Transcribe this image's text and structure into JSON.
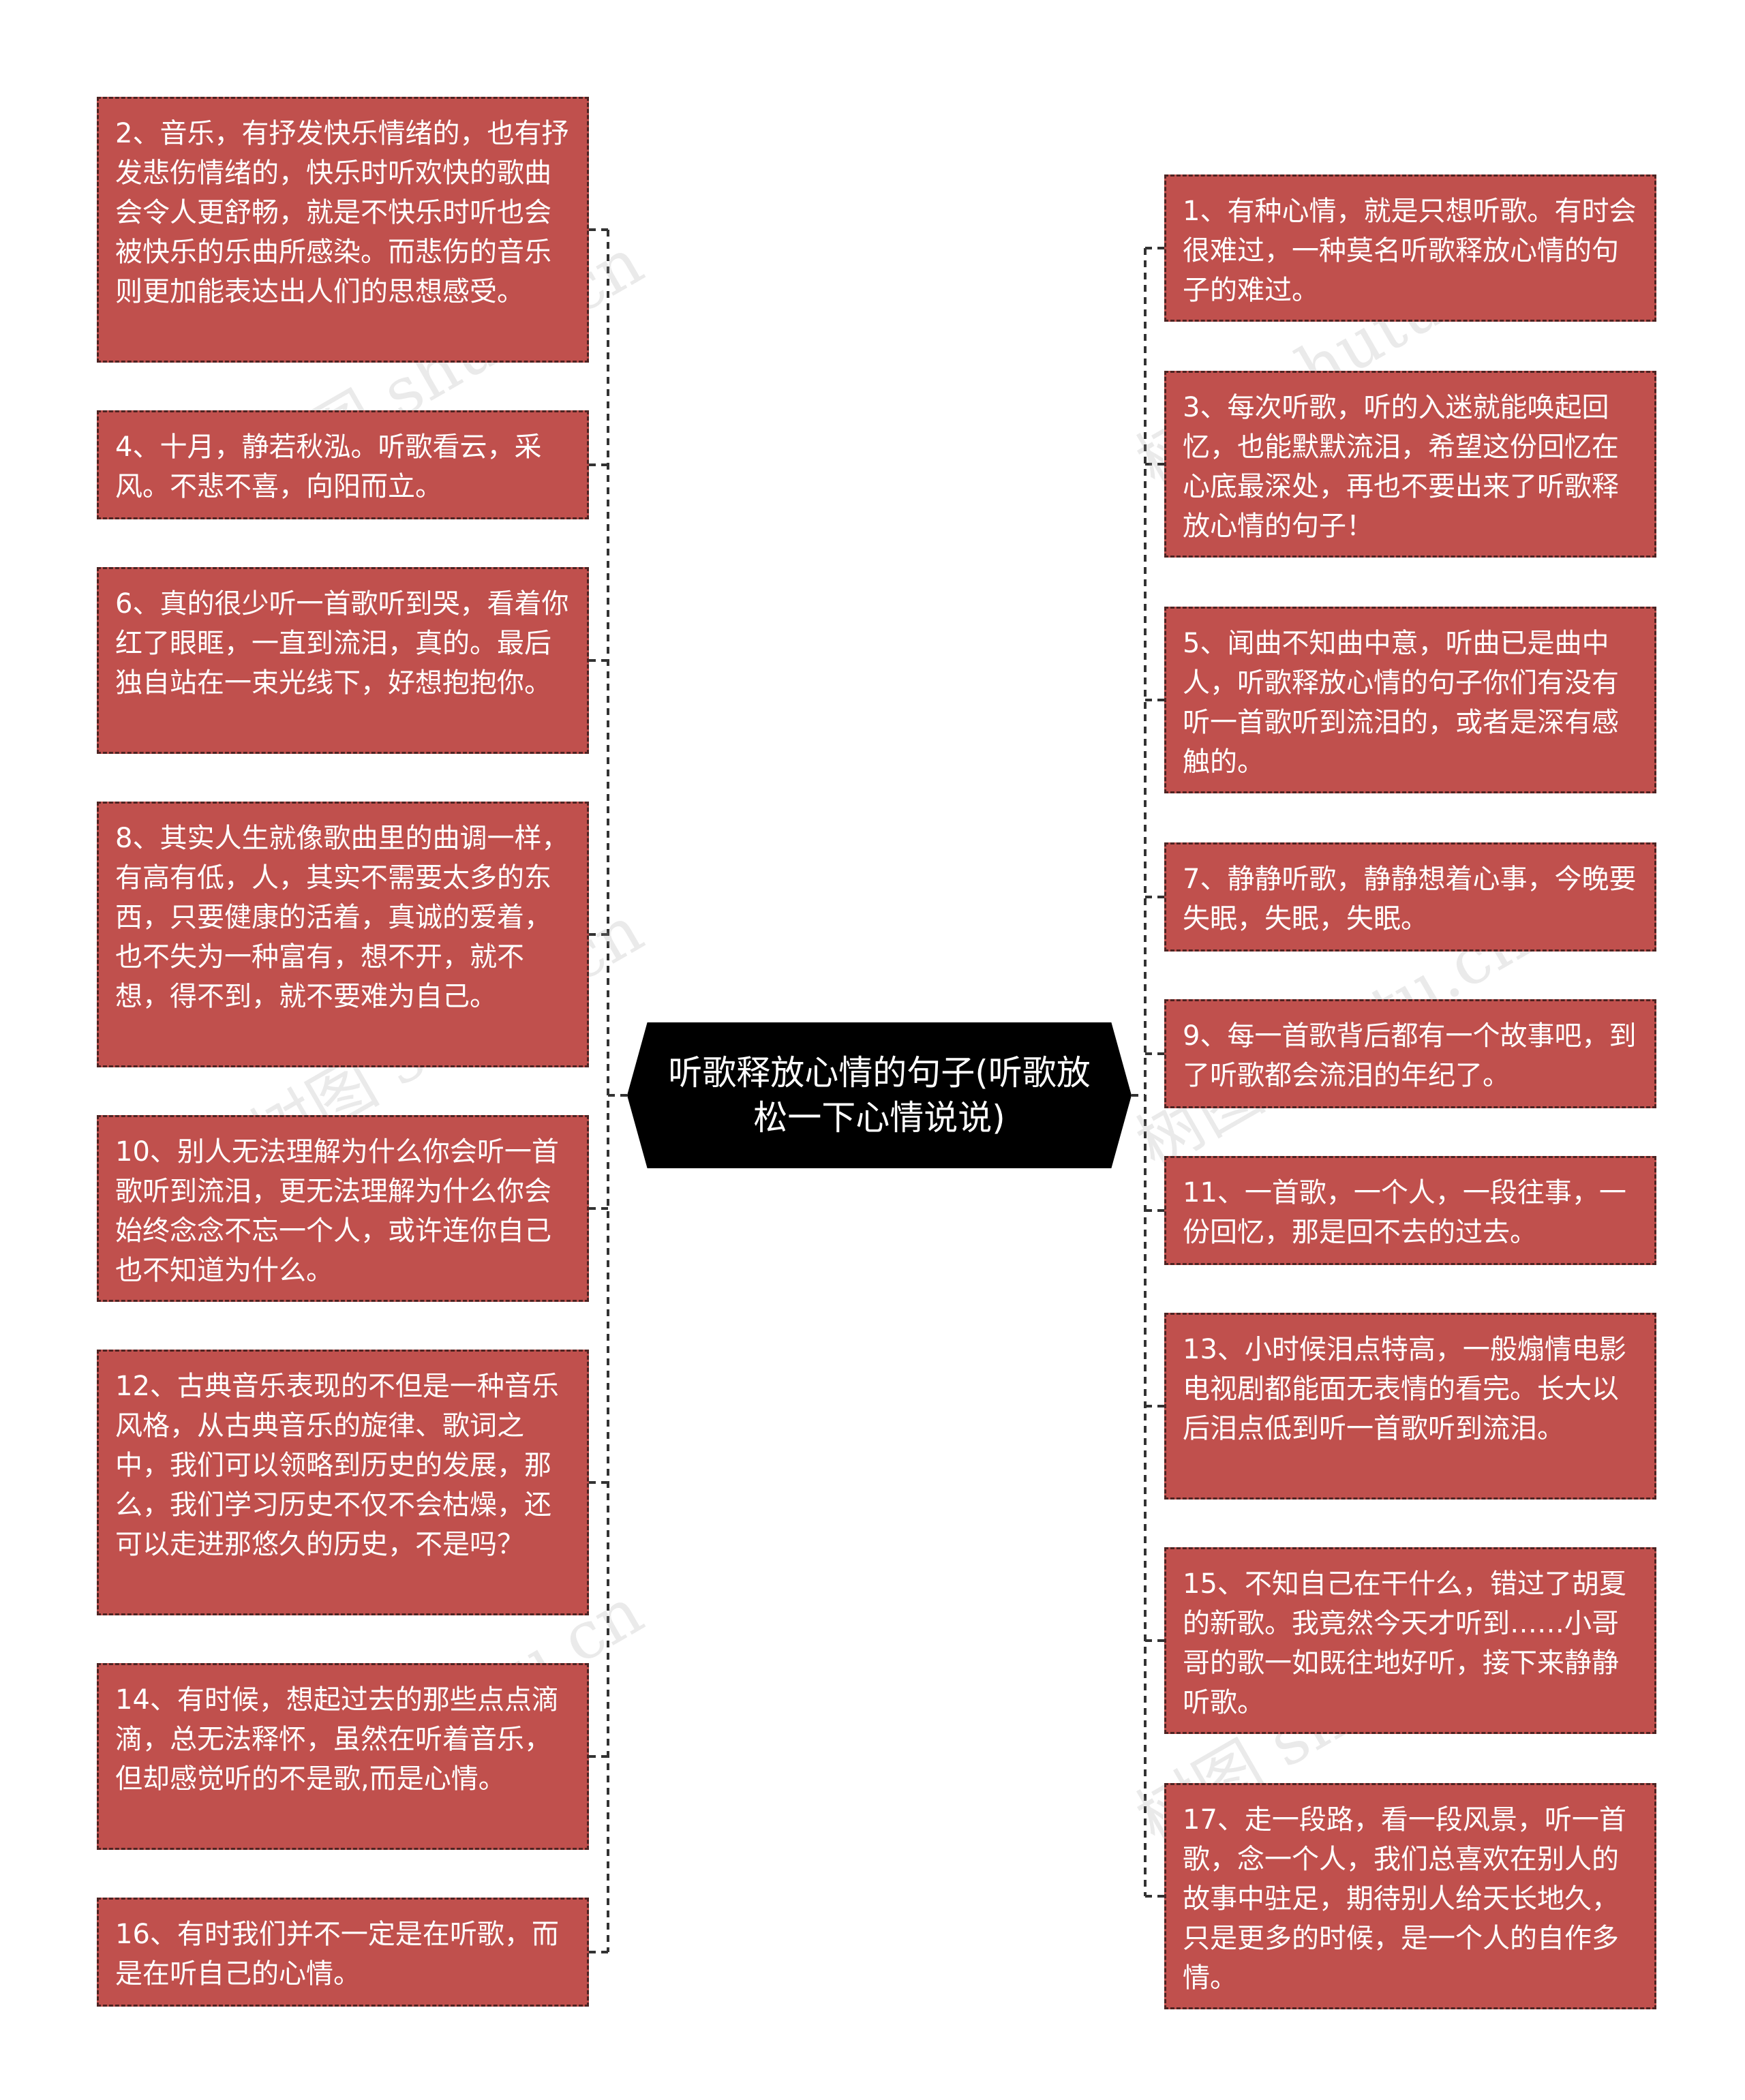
{
  "title": "听歌释放心情的句子(听歌放松一下心情说说)",
  "watermark": "树图 shutu.cn",
  "colors": {
    "card_fill": "#c0504d",
    "card_border": "#4d2322",
    "center_fill": "#000000",
    "connector": "#333333"
  },
  "left": [
    "2、音乐，有抒发快乐情绪的，也有抒发悲伤情绪的，快乐时听欢快的歌曲会令人更舒畅，就是不快乐时听也会被快乐的乐曲所感染。而悲伤的音乐则更加能表达出人们的思想感受。",
    "4、十月，静若秋泓。听歌看云，采风。不悲不喜，向阳而立。",
    "6、真的很少听一首歌听到哭，看着你红了眼眶，一直到流泪，真的。最后独自站在一束光线下，好想抱抱你。",
    "8、其实人生就像歌曲里的曲调一样，有高有低，人，其实不需要太多的东西，只要健康的活着，真诚的爱着，也不失为一种富有，想不开，就不想，得不到，就不要难为自己。",
    "10、别人无法理解为什么你会听一首歌听到流泪，更无法理解为什么你会始终念念不忘一个人，或许连你自己也不知道为什么。",
    "12、古典音乐表现的不但是一种音乐风格，从古典音乐的旋律、歌词之中，我们可以领略到历史的发展，那么，我们学习历史不仅不会枯燥，还可以走进那悠久的历史，不是吗？",
    "14、有时候，想起过去的那些点点滴滴，总无法释怀，虽然在听着音乐，但却感觉听的不是歌,而是心情。",
    "16、有时我们并不一定是在听歌，而是在听自己的心情。"
  ],
  "right": [
    "1、有种心情，就是只想听歌。有时会很难过，一种莫名听歌释放心情的句子的难过。",
    "3、每次听歌，听的入迷就能唤起回忆，也能默默流泪，希望这份回忆在心底最深处，再也不要出来了听歌释放心情的句子！",
    "5、闻曲不知曲中意，听曲已是曲中人，听歌释放心情的句子你们有没有听一首歌听到流泪的，或者是深有感触的。",
    "7、静静听歌，静静想着心事，今晚要失眠，失眠，失眠。",
    "9、每一首歌背后都有一个故事吧，到了听歌都会流泪的年纪了。",
    "11、一首歌，一个人，一段往事，一份回忆，那是回不去的过去。",
    "13、小时候泪点特高，一般煽情电影电视剧都能面无表情的看完。长大以后泪点低到听一首歌听到流泪。",
    "15、不知自己在干什么，错过了胡夏的新歌。我竟然今天才听到……小哥哥的歌一如既往地好听，接下来静静听歌。",
    "17、走一段路，看一段风景，听一首歌，念一个人，我们总喜欢在别人的故事中驻足，期待别人给天长地久，只是更多的时候，是一个人的自作多情。"
  ]
}
